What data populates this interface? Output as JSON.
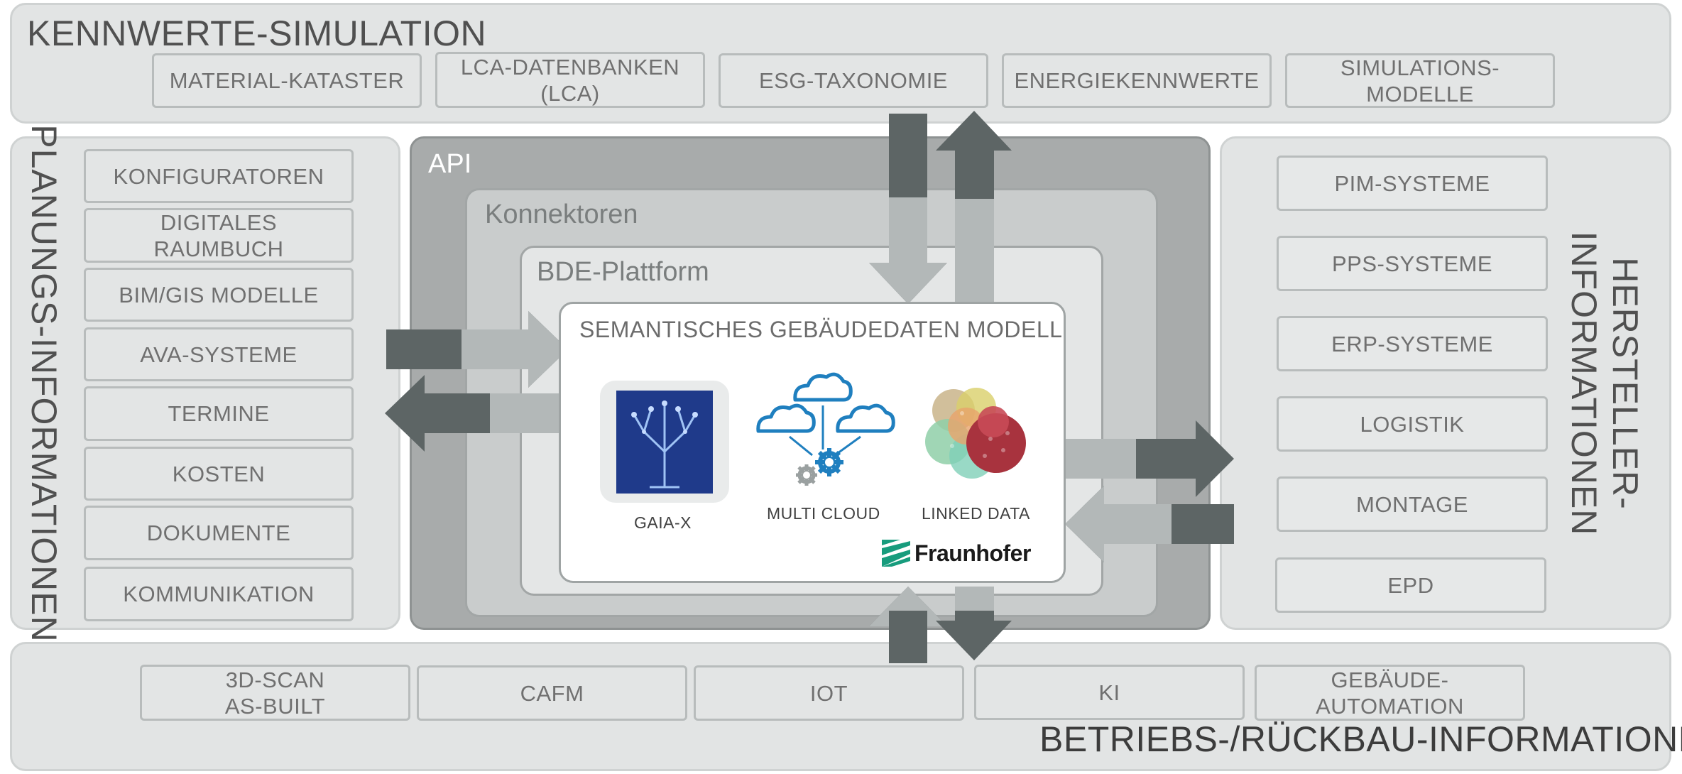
{
  "top": {
    "title": "KENNWERTE-SIMULATION",
    "items": [
      "MATERIAL-KATASTER",
      "LCA-DATENBANKEN\n(LCA)",
      "ESG-TAXONOMIE",
      "ENERGIEKENNWERTE",
      "SIMULATIONS-\nMODELLE"
    ]
  },
  "left": {
    "title": "PLANUNGS-INFORMATIONEN",
    "items": [
      "KONFIGURATOREN",
      "DIGITALES\nRAUMBUCH",
      "BIM/GIS MODELLE",
      "AVA-SYSTEME",
      "TERMINE",
      "KOSTEN",
      "DOKUMENTE",
      "KOMMUNIKATION"
    ]
  },
  "right": {
    "title_line1": "HERSTELLER-",
    "title_line2": "INFORMATIONEN",
    "items": [
      "PIM-SYSTEME",
      "PPS-SYSTEME",
      "ERP-SYSTEME",
      "LOGISTIK",
      "MONTAGE",
      "EPD"
    ]
  },
  "bottom": {
    "title": "BETRIEBS-/RÜCKBAU-INFORMATIONEN",
    "items": [
      "3D-SCAN\nAS-BUILT",
      "CAFM",
      "IOT",
      "KI",
      "GEBÄUDE-\nAUTOMATION"
    ]
  },
  "center": {
    "api_label": "API",
    "connectors_label": "Konnektoren",
    "platform_label": "BDE-Plattform",
    "model_title": "SEMANTISCHES GEBÄUDEDATEN MODELL",
    "icons": [
      {
        "name": "gaia-x-icon",
        "label": "GAIA-X"
      },
      {
        "name": "multi-cloud-icon",
        "label": "MULTI CLOUD"
      },
      {
        "name": "linked-data-icon",
        "label": "LINKED DATA"
      }
    ],
    "logo_text": "Fraunhofer"
  },
  "colors": {
    "panel_bg": "#e2e4e4",
    "api_layer": "#a8abab",
    "connectors_layer": "#c9cccc",
    "platform_layer": "#e4e6e6",
    "arrow_dark": "#5c6464",
    "arrow_light": "#9fa4a4",
    "cloud_blue": "#1f7fbf",
    "fraunhofer_green": "#179c7d"
  }
}
